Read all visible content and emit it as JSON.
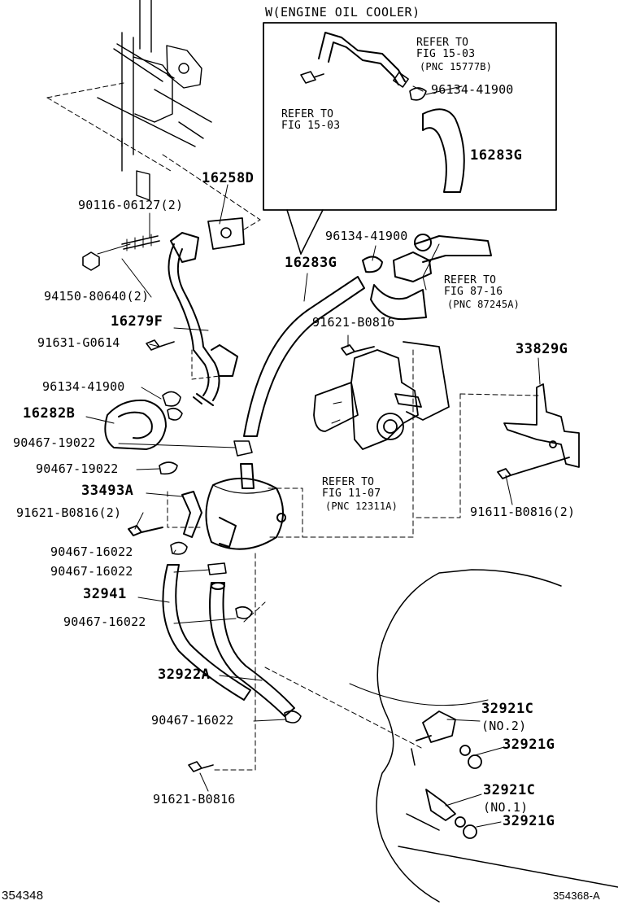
{
  "inset": {
    "title": "W(ENGINE OIL COOLER)",
    "refer_a": [
      "REFER TO",
      "FIG 15-03",
      "(PNC 15777B)"
    ],
    "refer_b": [
      "REFER TO",
      "FIG 15-03"
    ],
    "clamp": "96134-41900",
    "hose": "16283G"
  },
  "parts": {
    "p16258D": "16258D",
    "p90116": "90116-06127(2)",
    "p94150": "94150-80640(2)",
    "p16279F": "16279F",
    "p91631": "91631-G0614",
    "p96134": "96134-41900",
    "p16282B": "16282B",
    "p90467_19022a": "90467-19022",
    "p90467_19022b": "90467-19022",
    "p33493A": "33493A",
    "p91621_b0816_2": "91621-B0816(2)",
    "p90467_16022a": "90467-16022",
    "p90467_16022b": "90467-16022",
    "p32941": "32941",
    "p90467_16022c": "90467-16022",
    "p32922A": "32922A",
    "p90467_16022d": "90467-16022",
    "p91621_b0816": "91621-B0816",
    "p96134_41900_mid": "96134-41900",
    "p16283G": "16283G",
    "p91621_b0816_mid": "91621-B0816",
    "p33829G": "33829G",
    "p91611": "91611-B0816(2)",
    "p32921C_2": "32921C",
    "p32921C_2_note": "(NO.2)",
    "p32921G_a": "32921G",
    "p32921C_1": "32921C",
    "p32921C_1_note": "(NO.1)",
    "p32921G_b": "32921G"
  },
  "refer_87": [
    "REFER TO",
    "FIG 87-16",
    "(PNC 87245A)"
  ],
  "refer_11": [
    "REFER TO",
    "FIG 11-07",
    "(PNC 12311A)"
  ],
  "footer": {
    "left_code": "354348",
    "right_code": "354368-A"
  }
}
